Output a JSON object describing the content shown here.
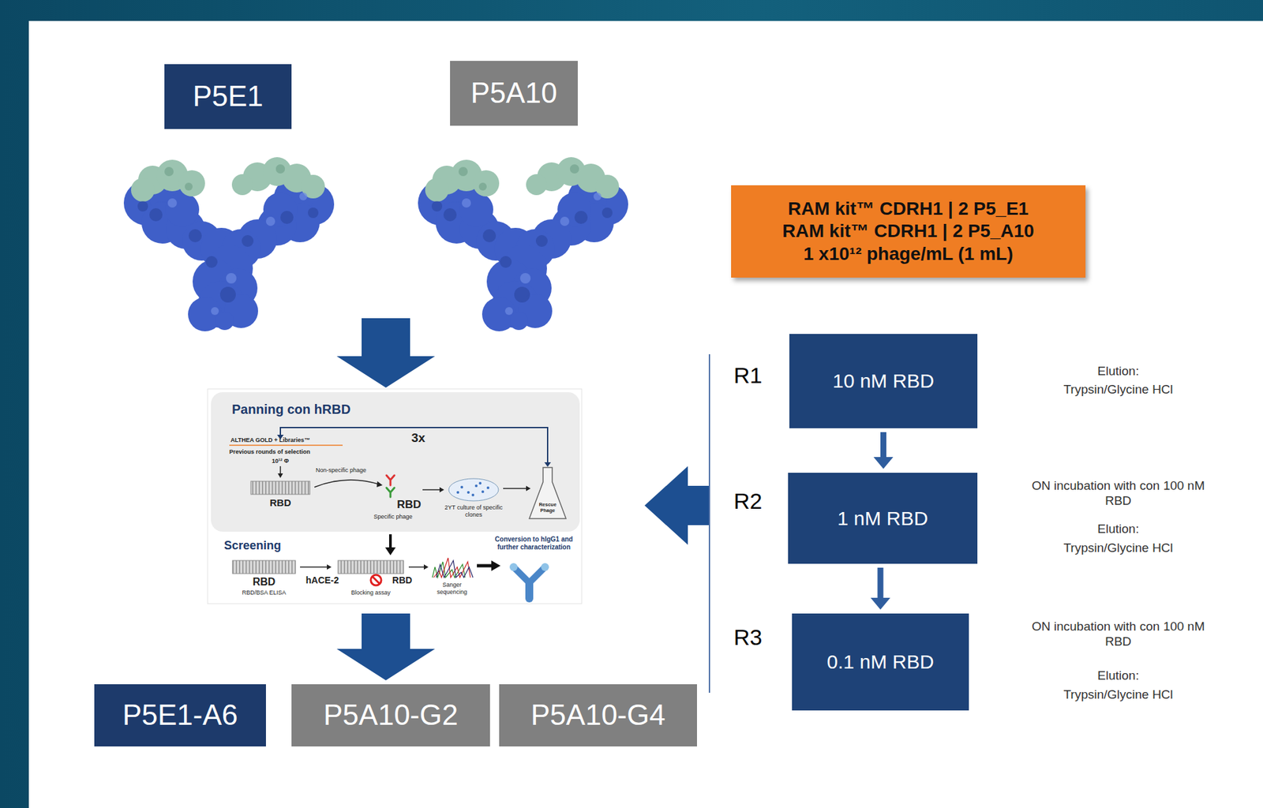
{
  "diagram": {
    "nodes": [
      {
        "text": [
          "P5E1"
        ]
      },
      {
        "text": [
          "P5A10"
        ]
      },
      {
        "text": [
          "RAM kit™ CDRH1 | 2 P5_E1",
          "RAM kit™ CDRH1 | 2 P5_A10",
          "1 x10¹² phage/mL (1 mL)"
        ]
      },
      {
        "text": [
          "Panning con hRBD"
        ]
      },
      {
        "text": [
          "P5E1-A6"
        ]
      },
      {
        "text": [
          "P5A10-G2"
        ]
      },
      {
        "text": [
          "P5A10-G4"
        ]
      },
      {
        "text": [
          "10 nM RBD"
        ]
      },
      {
        "text": [
          "1 nM RBD"
        ]
      },
      {
        "text": [
          "0.1 nM RBD"
        ]
      }
    ],
    "edges": [
      {
        "from": 7,
        "to": 8,
        "arrow": "to"
      },
      {
        "from": 8,
        "to": 9,
        "arrow": "to"
      }
    ],
    "labels": [
      "R1",
      "R2",
      "R3",
      "Elution:",
      "Trypsin/Glycine HCl",
      "ON incubation with con 100 nM RBD",
      "Elution:",
      "Trypsin/Glycine HCl",
      "ON incubation with con 100 nM RBD",
      "Elution:",
      "Trypsin/Glycine HCl",
      "ALTHEA GOLD + Libraries™",
      "3x",
      "Previous rounds of selection",
      "10¹² Φ",
      "RBD",
      "Non-specific phage",
      "RBD",
      "Specific phage",
      "2YT culture of specific clones",
      "Rescue Phage",
      "Screening",
      "RBD",
      "RBD/BSA ELISA",
      "hACE-2",
      "RBD",
      "Blocking assay",
      "Sanger sequencing",
      "Conversion to hIgG1 and further characterization"
    ]
  }
}
